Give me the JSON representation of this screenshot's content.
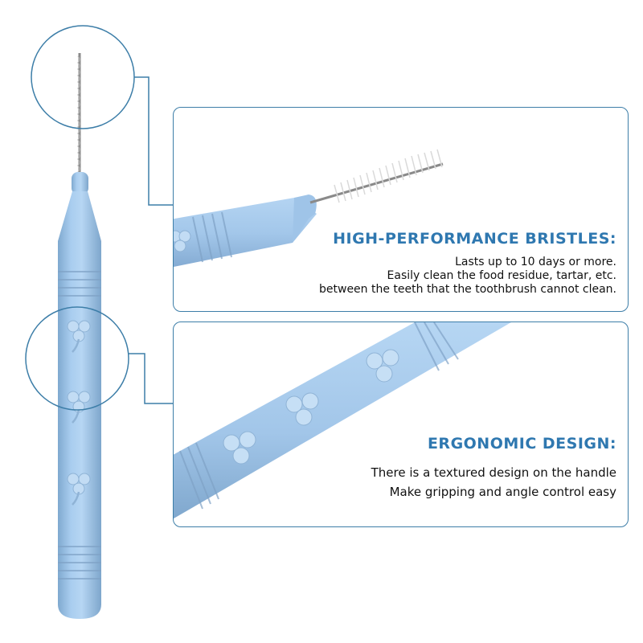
{
  "colors": {
    "accent": "#2f78b0",
    "frame": "#3d7ea8",
    "handle": "#9ec4e6",
    "text": "#111111"
  },
  "features": [
    {
      "title": "HIGH-PERFORMANCE BRISTLES:",
      "lines": [
        "Lasts up to 10 days or more.",
        "Easily clean the food residue, tartar, etc.",
        "between the teeth that the toothbrush cannot clean."
      ]
    },
    {
      "title": "ERGONOMIC DESIGN:",
      "lines": [
        "There is a textured design on the handle",
        "Make gripping and angle control easy"
      ]
    }
  ]
}
